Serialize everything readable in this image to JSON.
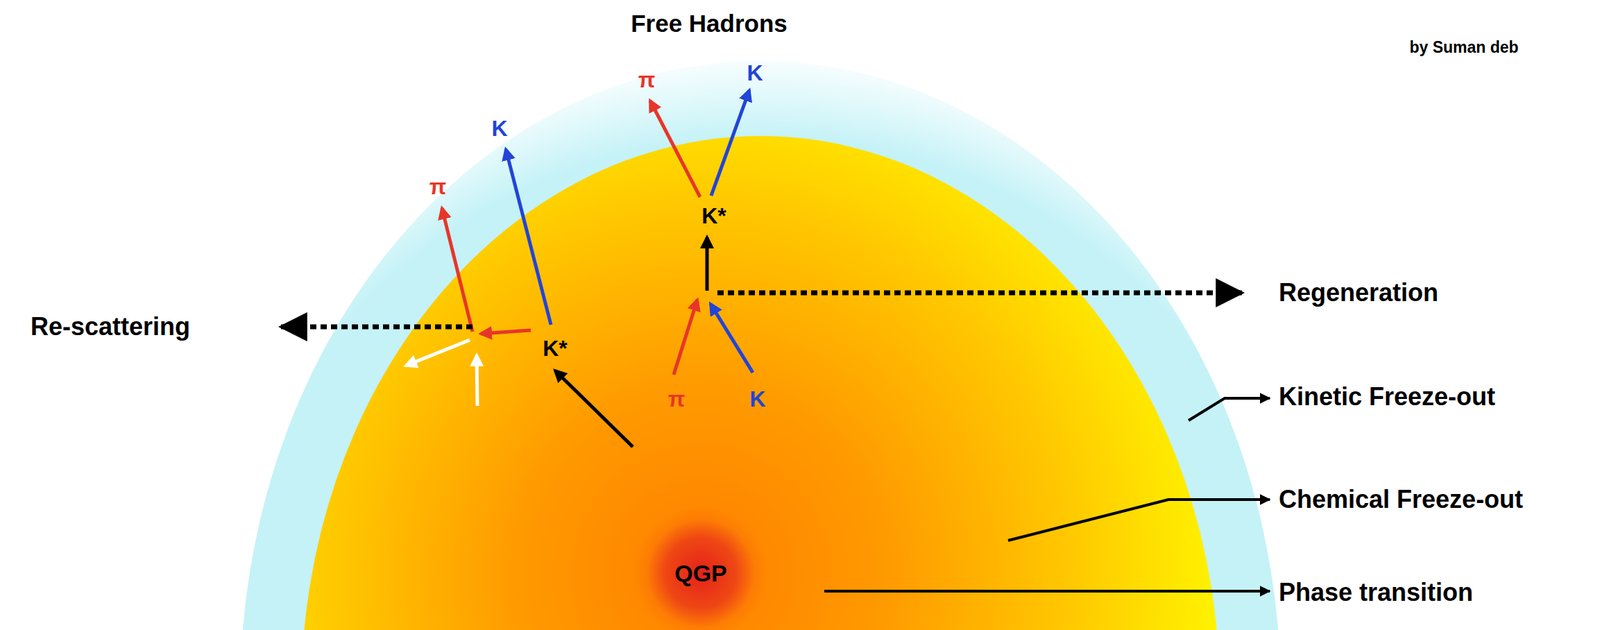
{
  "diagram": {
    "nodes": [
      {
        "text": [
          "QGP"
        ]
      }
    ],
    "labels": [
      "Free Hadrons",
      "by Suman deb",
      "π",
      "K",
      "K*",
      "π",
      "K",
      "K*",
      "π",
      "K",
      "Re-scattering",
      "Regeneration",
      "Kinetic Freeze-out",
      "Chemical Freeze-out",
      "Phase transition"
    ]
  }
}
